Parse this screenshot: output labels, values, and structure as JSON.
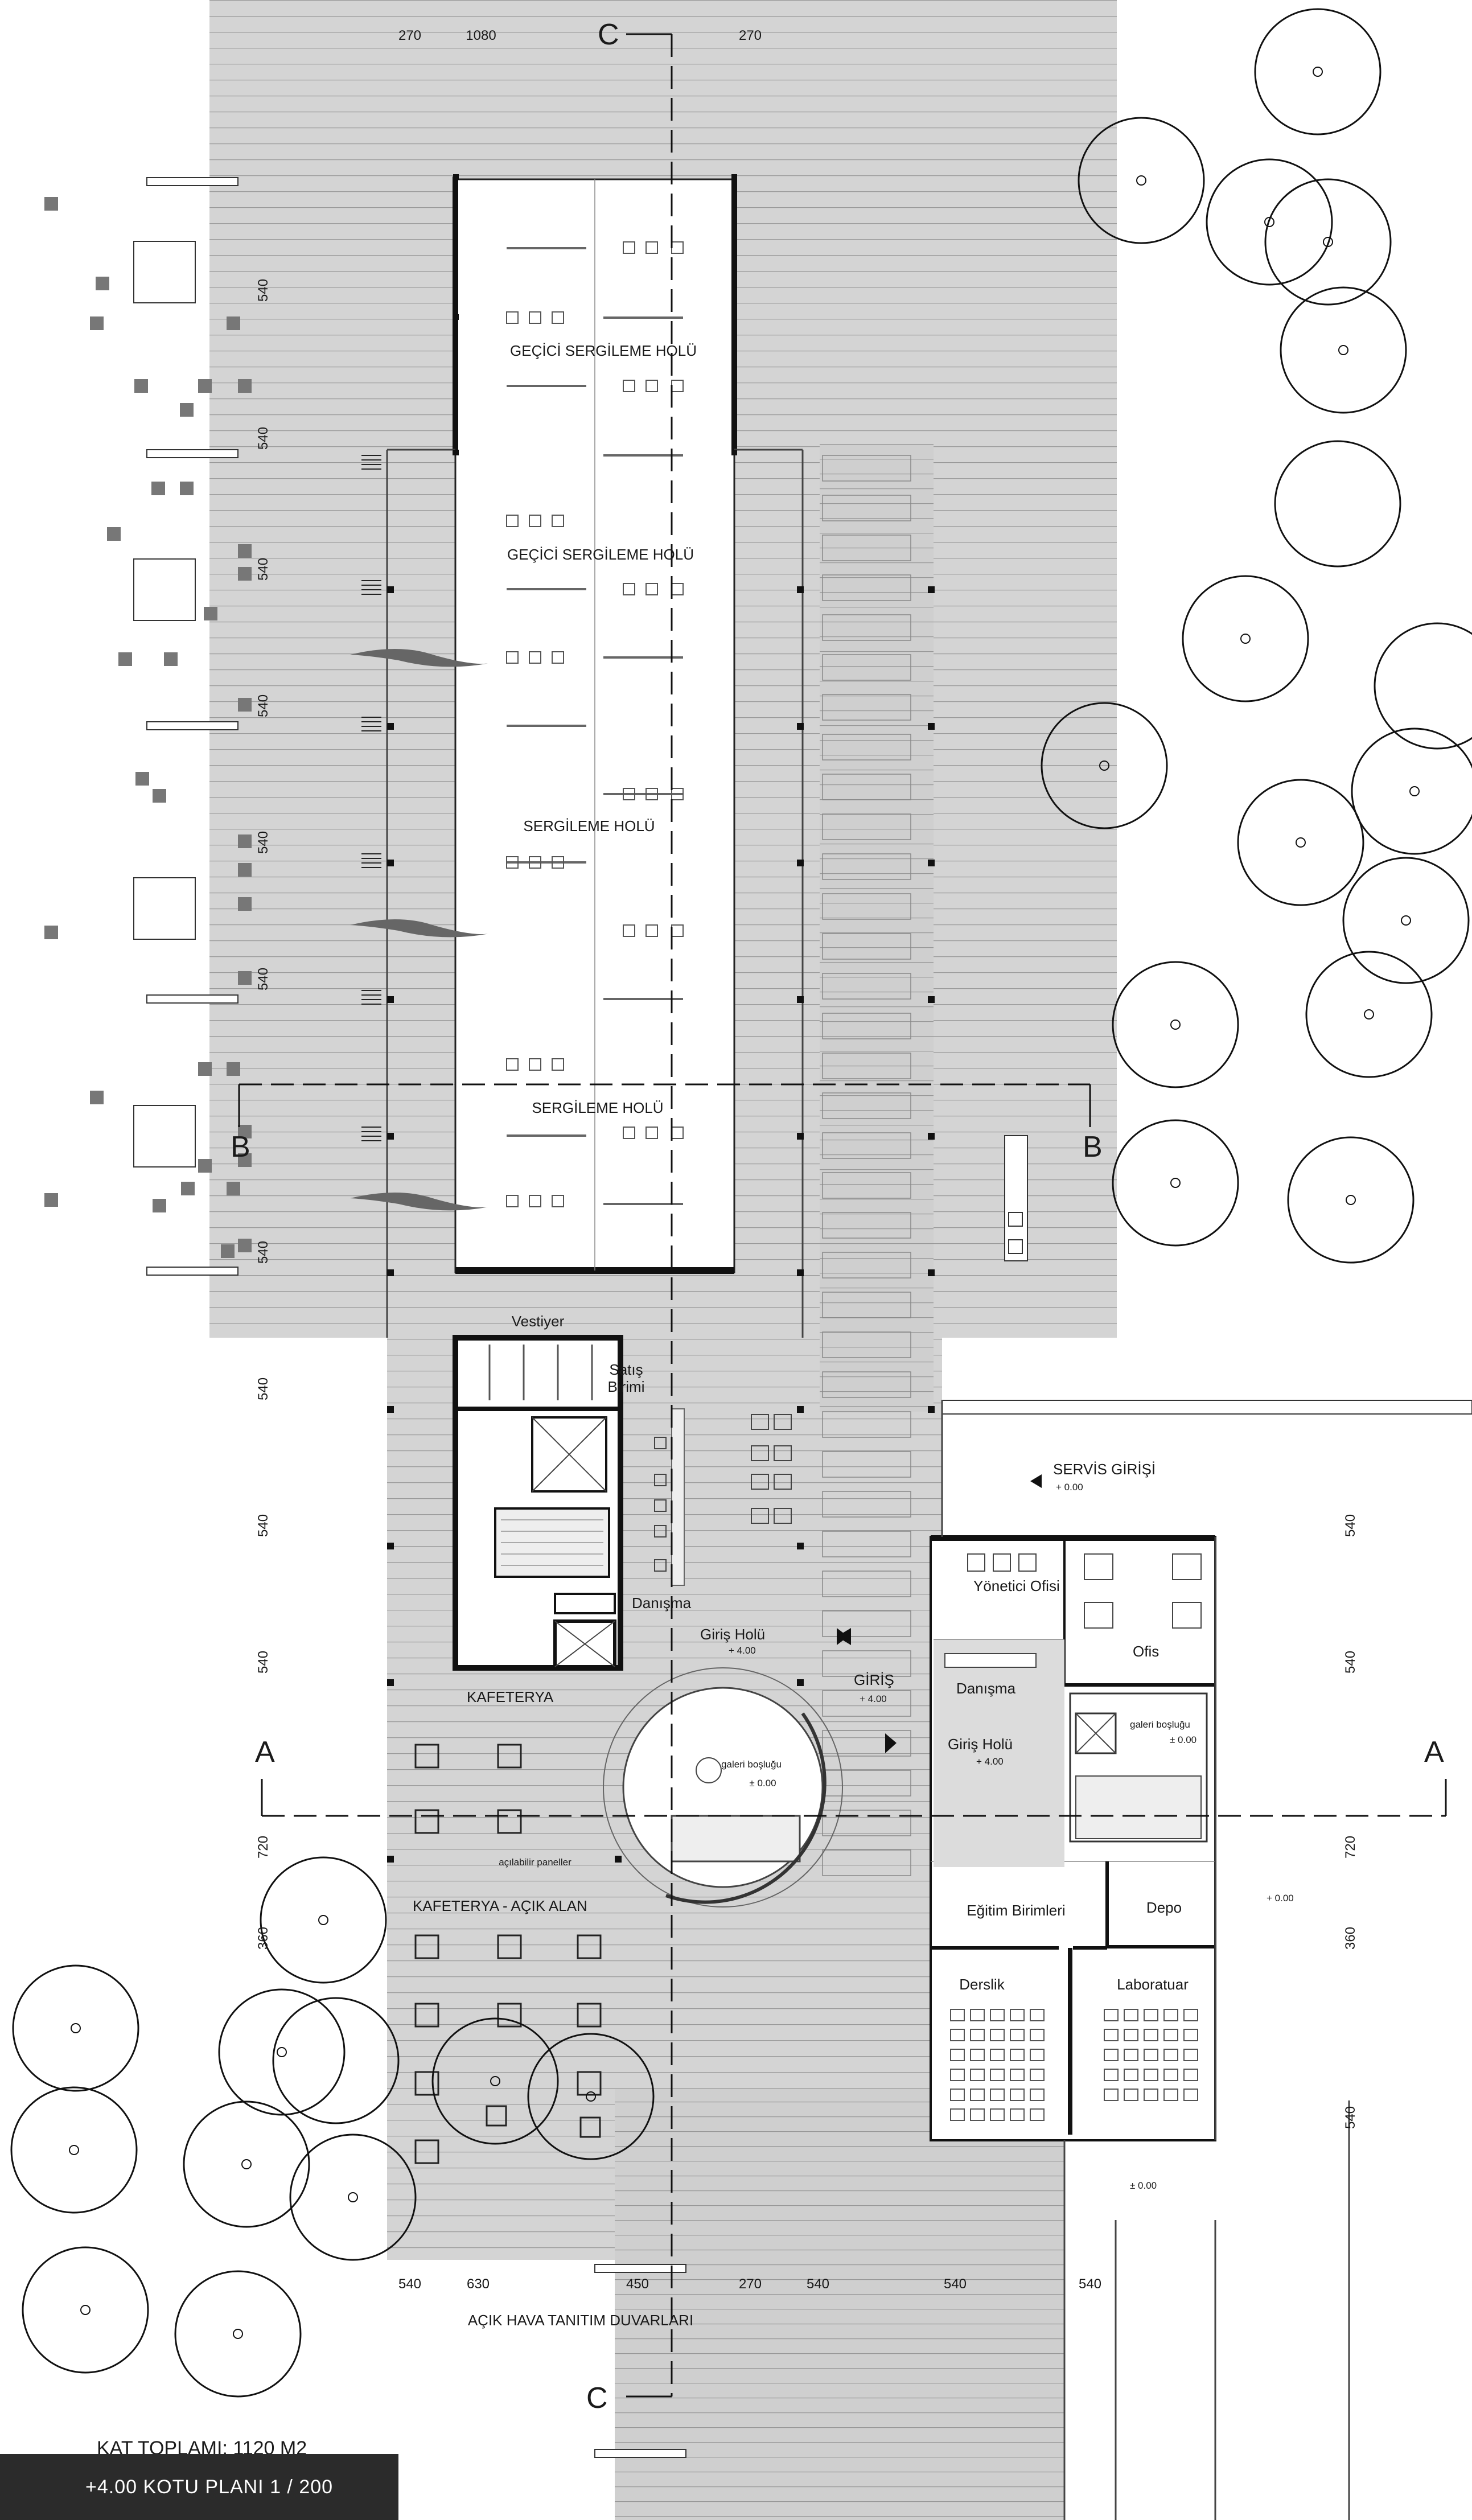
{
  "plan": {
    "rooms": {
      "gecici_1": "GEÇİCİ SERGİLEME HOLÜ",
      "gecici_2": "GEÇİCİ SERGİLEME HOLÜ",
      "sergileme_1": "SERGİLEME HOLÜ",
      "sergileme_2": "SERGİLEME HOLÜ",
      "vestiyer": "Vestiyer",
      "satis_1": "Satış",
      "satis_2": "Birimi",
      "danisma_left": "Danışma",
      "giris_holu_left": "Giriş Holü",
      "giris_holu_left_level": "+ 4.00",
      "kafeterya": "KAFETERYA",
      "giris": "GİRİŞ",
      "giris_level": "+ 4.00",
      "galeri_1": "galeri boşluğu",
      "galeri_1_level": "± 0.00",
      "galeri_2": "galeri boşluğu",
      "galeri_2_level": "± 0.00",
      "acilabilir": "açılabilir paneller",
      "kafeterya_acik": "KAFETERYA - AÇIK ALAN",
      "yonetici": "Yönetici Ofisi",
      "ofis": "Ofis",
      "danisma_right": "Danışma",
      "giris_holu_right": "Giriş Holü",
      "giris_holu_right_level": "+ 4.00",
      "egitim": "Eğitim Birimleri",
      "depo": "Depo",
      "derslik": "Derslik",
      "laboratuar": "Laboratuar",
      "servis_girisi": "SERVİS GİRİŞİ",
      "servis_level": "+ 0.00",
      "level_right": "+ 0.00",
      "level_bottom": "± 0.00",
      "duvar": "AÇIK HAVA TANITIM DUVARLARI"
    },
    "dims": {
      "top_270a": "270",
      "top_1080": "1080",
      "top_270b": "270",
      "left_540_1": "540",
      "left_540_2": "540",
      "left_540_3": "540",
      "left_540_4": "540",
      "left_540_5": "540",
      "left_540_6": "540",
      "left_540_7": "540",
      "left_540_8": "540",
      "left_540_9": "540",
      "left_540_10": "540",
      "left_720": "720",
      "left_360": "360",
      "right_540_1": "540",
      "right_540_2": "540",
      "right_720": "720",
      "right_360": "360",
      "right_540_3": "540",
      "bot_540a": "540",
      "bot_630": "630",
      "bot_450": "450",
      "bot_270": "270",
      "bot_540b": "540",
      "bot_540c": "540",
      "bot_540d": "540"
    },
    "sections": {
      "a": "A",
      "b": "B",
      "c": "C"
    }
  },
  "footer": {
    "total": "KAT TOPLAMI: 1120 M2",
    "title": "+4.00 KOTU PLANI 1 / 200"
  }
}
